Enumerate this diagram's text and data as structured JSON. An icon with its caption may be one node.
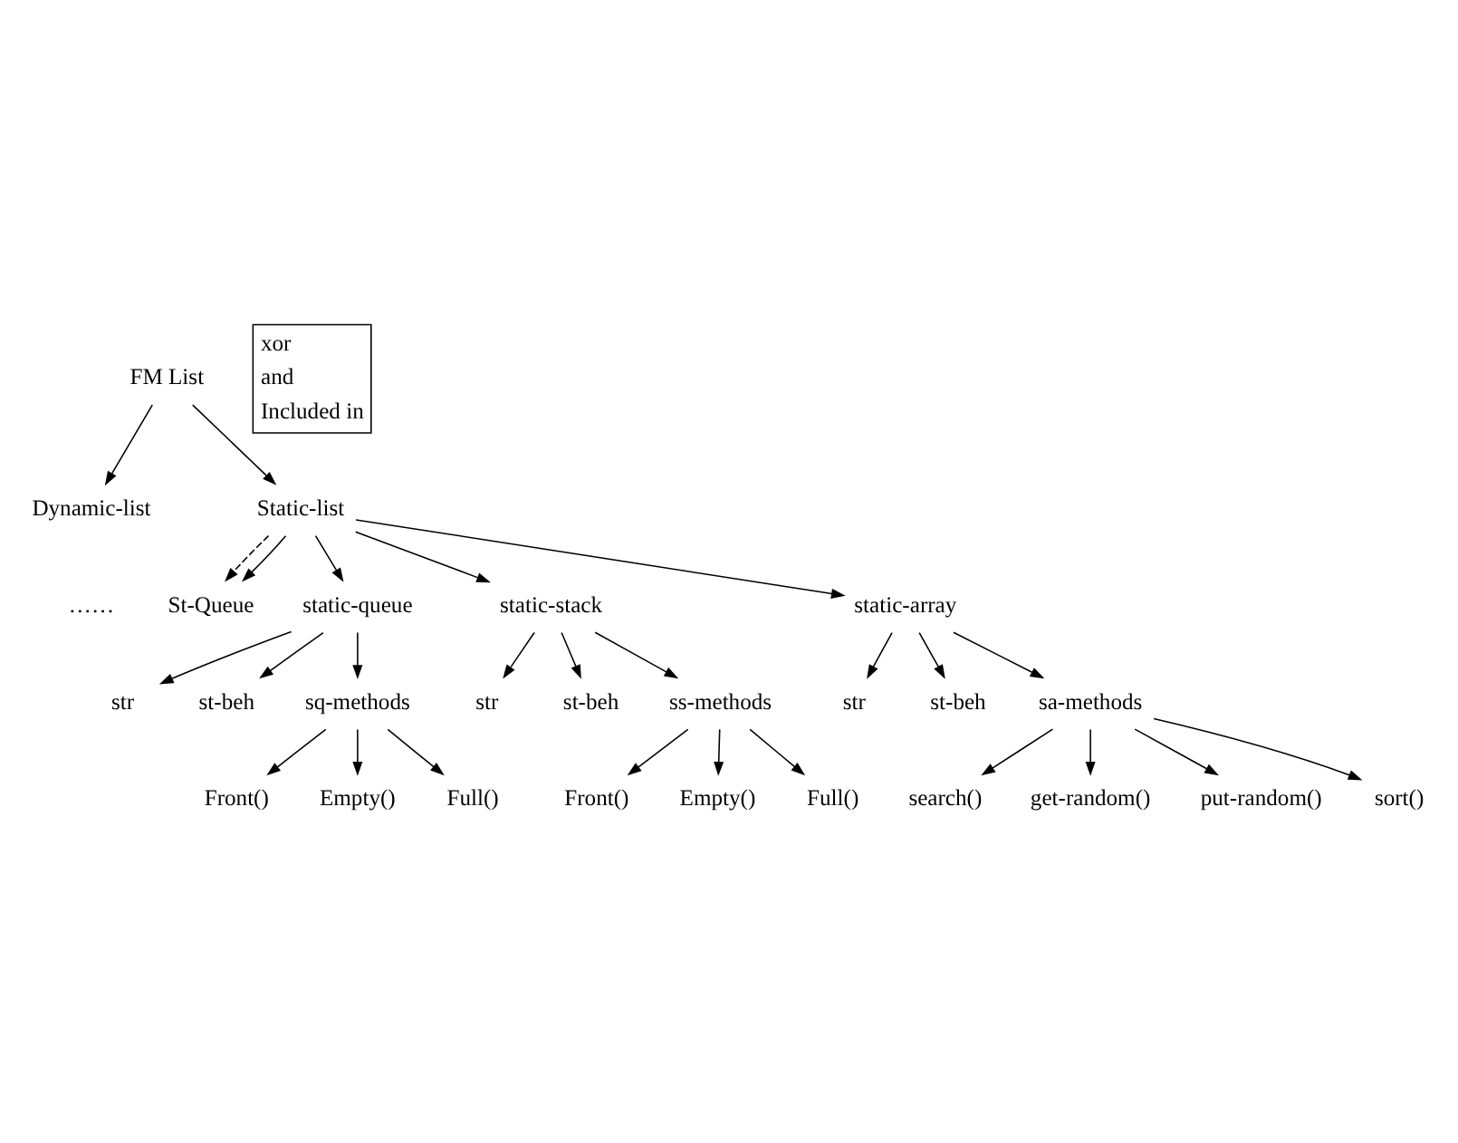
{
  "diagram": {
    "nodes": [
      {
        "text": [
          "FM List"
        ]
      },
      {
        "text": [
          "Dynamic-list"
        ]
      },
      {
        "text": [
          "Static-list"
        ]
      },
      {
        "text": [
          "St-Queue"
        ]
      },
      {
        "text": [
          "static-queue"
        ]
      },
      {
        "text": [
          "static-stack"
        ]
      },
      {
        "text": [
          "static-array"
        ]
      },
      {
        "text": [
          "str"
        ]
      },
      {
        "text": [
          "st-beh"
        ]
      },
      {
        "text": [
          "sq-methods"
        ]
      },
      {
        "text": [
          "str"
        ]
      },
      {
        "text": [
          "st-beh"
        ]
      },
      {
        "text": [
          "ss-methods"
        ]
      },
      {
        "text": [
          "str"
        ]
      },
      {
        "text": [
          "st-beh"
        ]
      },
      {
        "text": [
          "sa-methods"
        ]
      },
      {
        "text": [
          "Front()"
        ]
      },
      {
        "text": [
          "Empty()"
        ]
      },
      {
        "text": [
          "Full()"
        ]
      },
      {
        "text": [
          "Front()"
        ]
      },
      {
        "text": [
          "Empty()"
        ]
      },
      {
        "text": [
          "Full()"
        ]
      },
      {
        "text": [
          "search()"
        ]
      },
      {
        "text": [
          "get-random()"
        ]
      },
      {
        "text": [
          "put-random()"
        ]
      },
      {
        "text": [
          "sort()"
        ]
      }
    ],
    "edges": [
      {
        "from": 0,
        "to": 1,
        "arrow": "to"
      },
      {
        "from": 0,
        "to": 2,
        "arrow": "to"
      },
      {
        "from": 2,
        "to": 3,
        "arrow": "to",
        "style": "dashed"
      },
      {
        "from": 2,
        "to": 3,
        "arrow": "to"
      },
      {
        "from": 2,
        "to": 4,
        "arrow": "to"
      },
      {
        "from": 2,
        "to": 5,
        "arrow": "to"
      },
      {
        "from": 2,
        "to": 6,
        "arrow": "to"
      },
      {
        "from": 4,
        "to": 7,
        "arrow": "to"
      },
      {
        "from": 4,
        "to": 9,
        "arrow": "to"
      },
      {
        "from": 4,
        "to": 8,
        "arrow": "to"
      },
      {
        "from": 5,
        "to": 10,
        "arrow": "to"
      },
      {
        "from": 5,
        "to": 12,
        "arrow": "to"
      },
      {
        "from": 5,
        "to": 11,
        "arrow": "to"
      },
      {
        "from": 6,
        "to": 13,
        "arrow": "to"
      },
      {
        "from": 6,
        "to": 15,
        "arrow": "to"
      },
      {
        "from": 6,
        "to": 14,
        "arrow": "to"
      },
      {
        "from": 9,
        "to": 16,
        "arrow": "to"
      },
      {
        "from": 9,
        "to": 17,
        "arrow": "to"
      },
      {
        "from": 9,
        "to": 18,
        "arrow": "to"
      },
      {
        "from": 12,
        "to": 19,
        "arrow": "to"
      },
      {
        "from": 12,
        "to": 20,
        "arrow": "to"
      },
      {
        "from": 12,
        "to": 21,
        "arrow": "to"
      },
      {
        "from": 15,
        "to": 22,
        "arrow": "to"
      },
      {
        "from": 15,
        "to": 23,
        "arrow": "to"
      },
      {
        "from": 15,
        "to": 24,
        "arrow": "to"
      },
      {
        "from": 15,
        "to": 25,
        "arrow": "to"
      }
    ],
    "labels": [
      "……"
    ],
    "legend": [
      {
        "text": "xor"
      },
      {
        "text": "and"
      },
      {
        "text": "Included in"
      }
    ]
  }
}
